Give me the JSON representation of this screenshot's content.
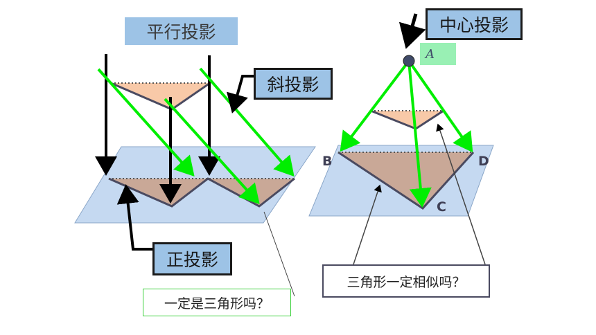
{
  "labels": {
    "parallel_projection": "平行投影",
    "oblique_projection": "斜投影",
    "orthographic_projection": "正投影",
    "central_projection": "中心投影",
    "question_triangle": "一定是三角形吗？",
    "question_similar": "三角形一定相似吗？"
  },
  "points": {
    "a": "A",
    "b": "B",
    "c": "C",
    "d": "D"
  },
  "colors": {
    "plane": "#c5d9f1",
    "triangle_top": "#f8c9a8",
    "triangle_shadow": "#c9a897",
    "green_ray": "#00ee00",
    "black_ray": "#000000",
    "label_box": "#9dc3e6",
    "a_label_bg": "#99f0b4"
  }
}
